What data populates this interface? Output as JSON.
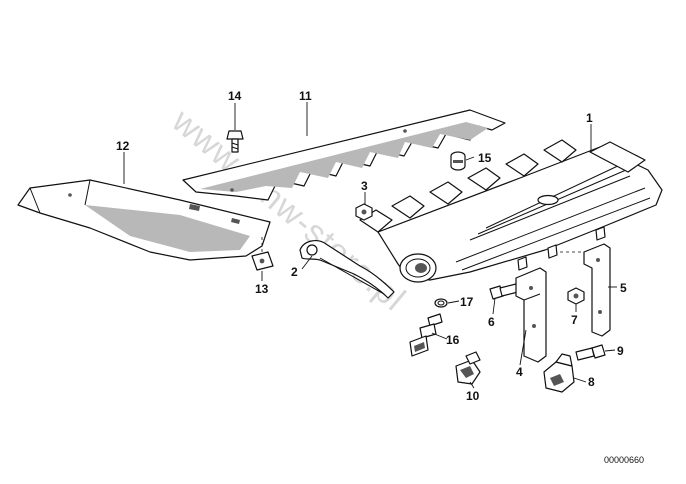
{
  "callouts": [
    "1",
    "2",
    "3",
    "4",
    "5",
    "6",
    "7",
    "8",
    "9",
    "10",
    "11",
    "12",
    "13",
    "14",
    "15",
    "16",
    "17"
  ],
  "reference_number": "00000660",
  "watermark": "www.bmw-store.pl"
}
